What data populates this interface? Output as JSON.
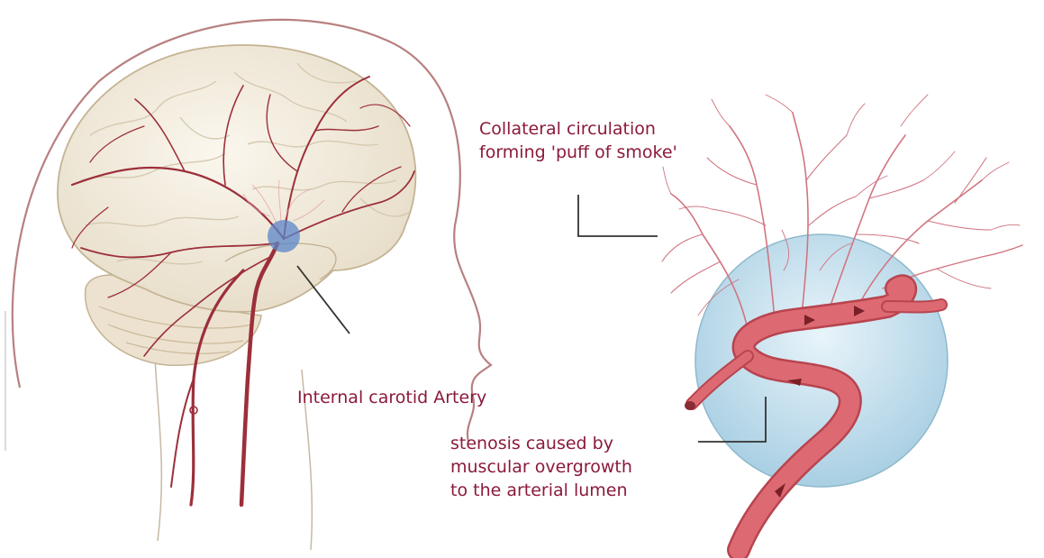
{
  "labels": {
    "collateral_line1": "Collateral circulation",
    "collateral_line2": "forming 'puff of smoke'",
    "internal_carotid": "Internal carotid Artery",
    "stenosis_line1": "stenosis caused by",
    "stenosis_line2": "muscular overgrowth",
    "stenosis_line3": "to the arterial lumen"
  },
  "colors": {
    "label_text": "#8b1a3a",
    "brain_fill": "#f3ece0",
    "brain_outline": "#c9b89c",
    "artery": "#9c2f3a",
    "artery_tube": "#d75b63",
    "bubble": "#cfe5f0",
    "blue_spot": "#5b86c8",
    "pointer_line": "#333333",
    "head_outline": "#b07070"
  }
}
